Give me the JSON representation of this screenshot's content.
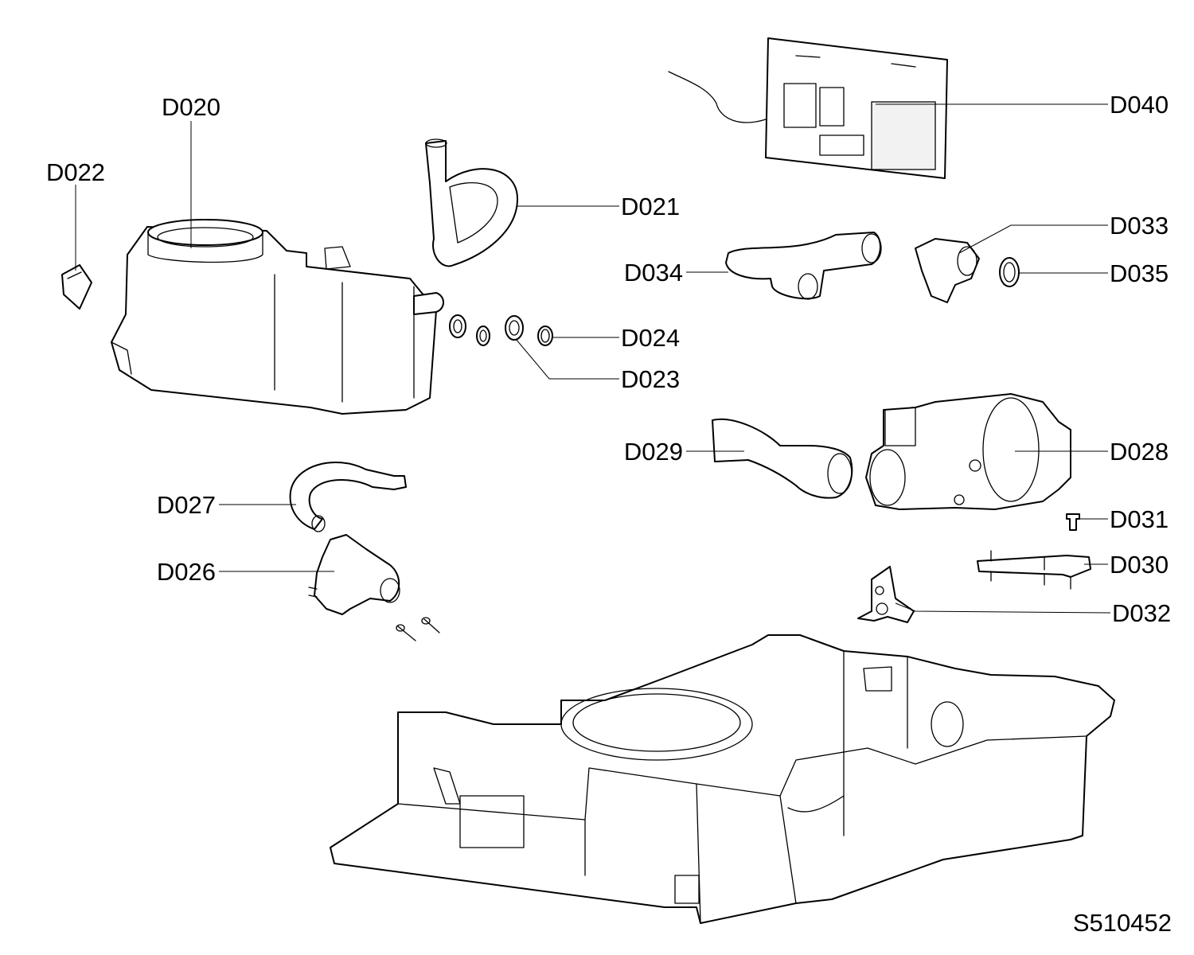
{
  "callouts": {
    "d020": "D020",
    "d022": "D022",
    "d021": "D021",
    "d040": "D040",
    "d033": "D033",
    "d034": "D034",
    "d035": "D035",
    "d024": "D024",
    "d023": "D023",
    "d029": "D029",
    "d028": "D028",
    "d027": "D027",
    "d031": "D031",
    "d030": "D030",
    "d026": "D026",
    "d032": "D032"
  },
  "drawing_number": "S510452"
}
